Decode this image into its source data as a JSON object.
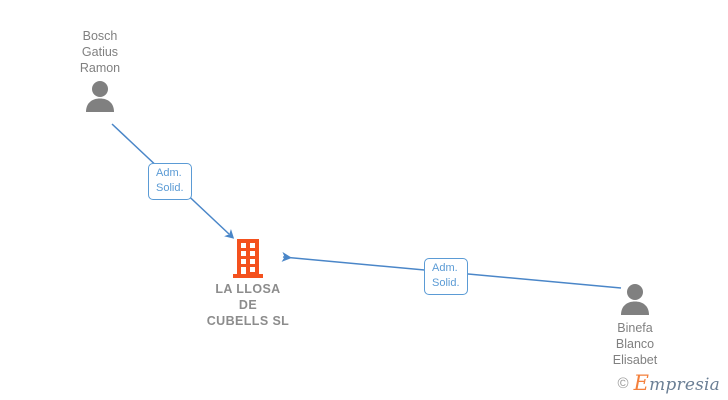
{
  "diagram": {
    "title": "Corporate relationship diagram",
    "background_color": "#ffffff",
    "edge_color": "#4a86c8",
    "company_color": "#f4511e",
    "person_color": "#808080"
  },
  "nodes": {
    "person_left": {
      "name": "Bosch\nGatius\nRamon",
      "icon": "person-icon",
      "role": "person"
    },
    "person_right": {
      "name": "Binefa\nBlanco\nElisabet",
      "icon": "person-icon",
      "role": "person"
    },
    "company": {
      "name": "LA LLOSA\nDE\nCUBELLS  SL",
      "icon": "building-icon",
      "role": "company"
    }
  },
  "edges": [
    {
      "from": "person_left",
      "to": "company",
      "label": "Adm.\nSolid.",
      "direction": "to-company"
    },
    {
      "from": "person_right",
      "to": "company",
      "label": "Adm.\nSolid.",
      "direction": "to-company"
    }
  ],
  "watermark": {
    "copyright": "©",
    "brand_initial": "E",
    "brand_rest": "mpresia"
  }
}
